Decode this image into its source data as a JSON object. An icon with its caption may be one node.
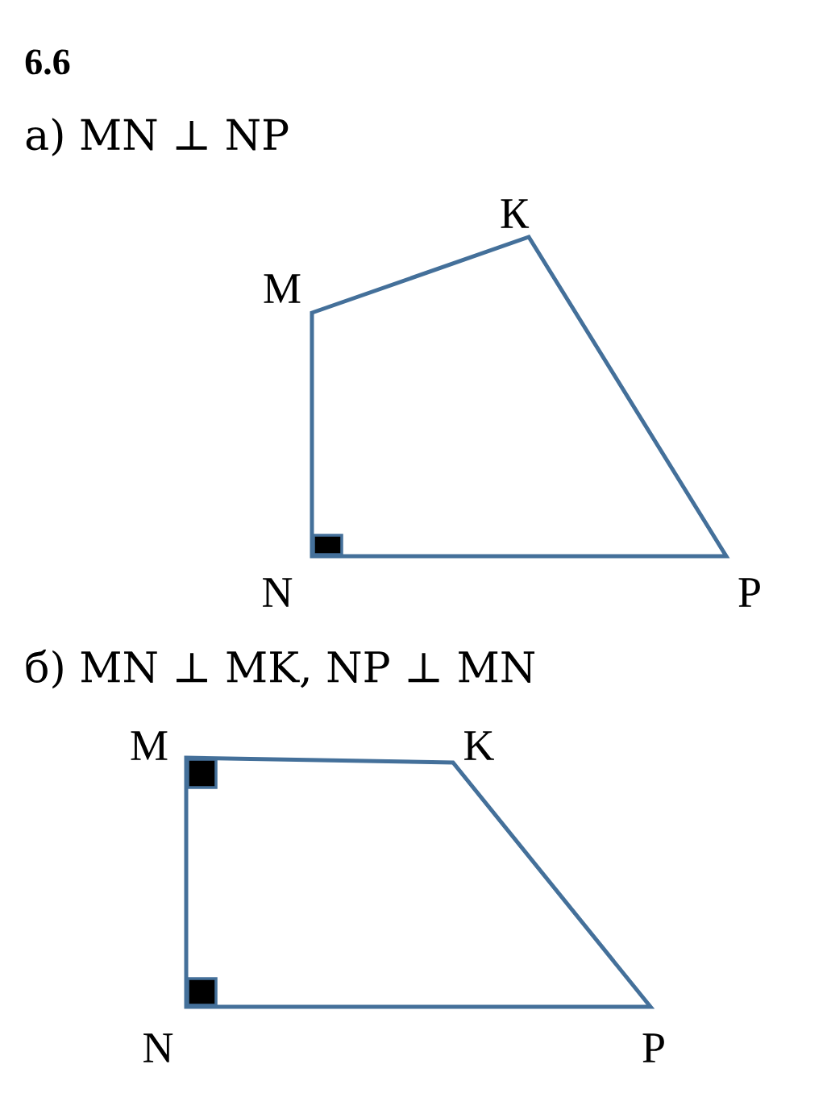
{
  "diagram": {
    "labels": [
      "6.6",
      "а) MN ⊥ NP",
      "К",
      "M",
      "N",
      "P",
      "б) MN ⊥ MK, NP ⊥ MN",
      "M",
      "K",
      "N",
      "P"
    ]
  }
}
